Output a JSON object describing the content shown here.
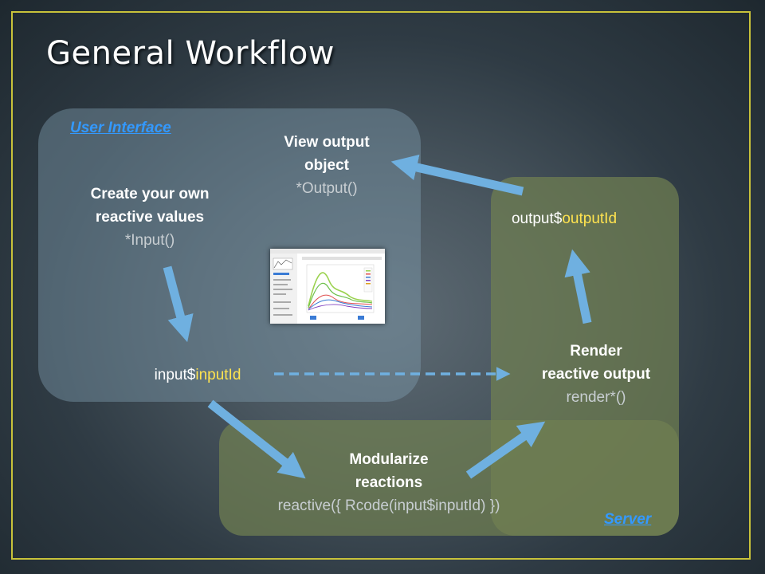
{
  "slide": {
    "title": "General Workflow"
  },
  "panels": {
    "ui_label": "User Interface",
    "server_label": "Server"
  },
  "nodes": {
    "view_output": {
      "line1": "View output",
      "line2": "object",
      "fn": "*Output()"
    },
    "create_reactive": {
      "line1": "Create your own",
      "line2": "reactive values",
      "fn": "*Input()"
    },
    "output_id": {
      "prefix": "output$",
      "highlight": "outputId"
    },
    "input_id": {
      "prefix": "input$",
      "highlight": "inputId"
    },
    "render": {
      "line1": "Render",
      "line2": "reactive output",
      "fn": "render*()"
    },
    "modularize": {
      "line1": "Modularize",
      "line2": "reactions",
      "fn": "reactive({ Rcode(input$inputId) })"
    }
  },
  "colors": {
    "arrow": "#6fb0e0",
    "highlight": "#ffe34f",
    "panel_label": "#3399ff",
    "frame": "#c8c23a"
  },
  "icons": {
    "thumbnail": "app-screenshot-thumbnail"
  }
}
